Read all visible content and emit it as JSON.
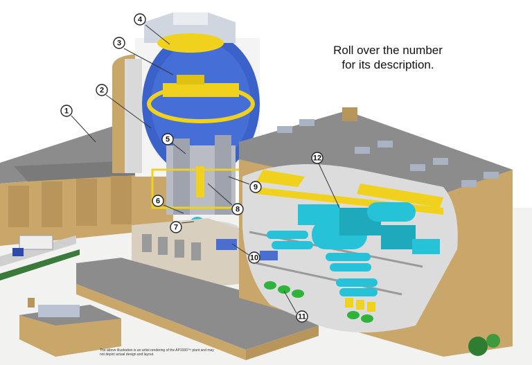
{
  "instructions": {
    "line1": "Roll over the number",
    "line2": "for its description."
  },
  "callouts": [
    {
      "label": "1"
    },
    {
      "label": "2"
    },
    {
      "label": "3"
    },
    {
      "label": "4"
    },
    {
      "label": "5"
    },
    {
      "label": "6"
    },
    {
      "label": "7"
    },
    {
      "label": "8"
    },
    {
      "label": "9"
    },
    {
      "label": "10"
    },
    {
      "label": "11"
    },
    {
      "label": "12"
    }
  ],
  "footnote": {
    "text": "The above illustration is an artist rendering of the AP1000™ plant and may not depict actual design and layout."
  },
  "colors": {
    "roof": "#8c8c8c",
    "wall": "#c9a76b",
    "containment_blue": "#3a62c9",
    "steel_gray": "#b9bcc4",
    "crane_yellow": "#f0d21e",
    "turbine_cyan": "#26c2d8",
    "pipe_green": "#2fb33a"
  }
}
